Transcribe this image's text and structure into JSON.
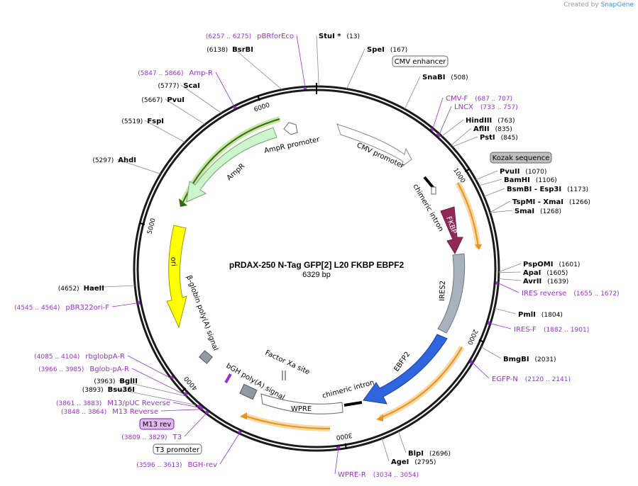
{
  "title": "pRDAX-250    N-Tag GFP[2] L20 FKBP EBPF2",
  "length": "6329 bp",
  "credit": {
    "prefix": "Created by",
    "brand": "SnapGene"
  },
  "total_bp": 6329,
  "colors": {
    "primer": "#9b30d0",
    "enzyme": "#000000",
    "orf_arrow": "#f5a623"
  },
  "ticks": [
    {
      "bp": 1000,
      "label": "1000"
    },
    {
      "bp": 2000,
      "label": "2000"
    },
    {
      "bp": 3000,
      "label": "3000"
    },
    {
      "bp": 4000,
      "label": "4000"
    },
    {
      "bp": 5000,
      "label": "5000"
    },
    {
      "bp": 6000,
      "label": "6000"
    }
  ],
  "enzymes": [
    {
      "name": "StuI *",
      "pos": "(13)",
      "bp": 13,
      "side": "top"
    },
    {
      "name": "SpeI",
      "pos": "(167)",
      "bp": 167,
      "side": "R"
    },
    {
      "name": "SnaBI",
      "pos": "(508)",
      "bp": 508,
      "side": "R"
    },
    {
      "name": "HindIII",
      "pos": "(763)",
      "bp": 763,
      "side": "R"
    },
    {
      "name": "AflII",
      "pos": "(835)",
      "bp": 835,
      "side": "R"
    },
    {
      "name": "PstI",
      "pos": "(845)",
      "bp": 845,
      "side": "R"
    },
    {
      "name": "PvuII",
      "pos": "(1070)",
      "bp": 1070,
      "side": "R"
    },
    {
      "name": "BamHI",
      "pos": "(1106)",
      "bp": 1106,
      "side": "R"
    },
    {
      "name": "BsmBI  - Esp3I",
      "pos": "(1173)",
      "bp": 1173,
      "side": "R"
    },
    {
      "name": "TspMI  - XmaI",
      "pos": "(1266)",
      "bp": 1266,
      "side": "R"
    },
    {
      "name": "SmaI",
      "pos": "(1268)",
      "bp": 1268,
      "side": "R"
    },
    {
      "name": "PspOMI",
      "pos": "(1601)",
      "bp": 1601,
      "side": "R"
    },
    {
      "name": "ApaI",
      "pos": "(1605)",
      "bp": 1605,
      "side": "R"
    },
    {
      "name": "AvrII",
      "pos": "(1639)",
      "bp": 1639,
      "side": "R"
    },
    {
      "name": "PmlI",
      "pos": "(1804)",
      "bp": 1804,
      "side": "R"
    },
    {
      "name": "BmgBI",
      "pos": "(2031)",
      "bp": 2031,
      "side": "R"
    },
    {
      "name": "BlpI",
      "pos": "(2696)",
      "bp": 2696,
      "side": "R"
    },
    {
      "name": "AgeI",
      "pos": "(2795)",
      "bp": 2795,
      "side": "R"
    },
    {
      "name": "Bsu36I",
      "pos": "(3893)",
      "bp": 3893,
      "side": "L"
    },
    {
      "name": "BglII",
      "pos": "(3963)",
      "bp": 3963,
      "side": "L"
    },
    {
      "name": "HaeII",
      "pos": "(4652)",
      "bp": 4652,
      "side": "L"
    },
    {
      "name": "AhdI",
      "pos": "(5297)",
      "bp": 5297,
      "side": "L"
    },
    {
      "name": "FspI",
      "pos": "(5519)",
      "bp": 5519,
      "side": "L"
    },
    {
      "name": "PvuI",
      "pos": "(5667)",
      "bp": 5667,
      "side": "L"
    },
    {
      "name": "ScaI",
      "pos": "(5777)",
      "bp": 5777,
      "side": "L"
    },
    {
      "name": "BsrBI",
      "pos": "(6138)",
      "bp": 6138,
      "side": "L"
    }
  ],
  "primers": [
    {
      "name": "pBRforEco",
      "pos": "(6257 .. 6275)",
      "start": 6257,
      "end": 6275
    },
    {
      "name": "Amp-R",
      "pos": "(5847 .. 5866)",
      "start": 5847,
      "end": 5866
    },
    {
      "name": "CMV-F",
      "pos": "(687 .. 707)",
      "start": 687,
      "end": 707
    },
    {
      "name": "LNCX",
      "pos": "(733 .. 757)",
      "start": 733,
      "end": 757
    },
    {
      "name": "IRES reverse",
      "pos": "(1655 .. 1672)",
      "start": 1655,
      "end": 1672
    },
    {
      "name": "IRES-F",
      "pos": "(1882 .. 1901)",
      "start": 1882,
      "end": 1901
    },
    {
      "name": "EGFP-N",
      "pos": "(2120 .. 2141)",
      "start": 2120,
      "end": 2141
    },
    {
      "name": "WPRE-R",
      "pos": "(3034 .. 3054)",
      "start": 3034,
      "end": 3054
    },
    {
      "name": "pBR322ori-F",
      "pos": "(4545 .. 4564)",
      "start": 4545,
      "end": 4564
    },
    {
      "name": "rbglobpA-R",
      "pos": "(4085 .. 4104)",
      "start": 4085,
      "end": 4104
    },
    {
      "name": "Bglob-pA-R",
      "pos": "(3966 .. 3985)",
      "start": 3966,
      "end": 3985
    },
    {
      "name": "M13/pUC Reverse",
      "pos": "(3861 .. 3883)",
      "start": 3861,
      "end": 3883
    },
    {
      "name": "M13 Reverse",
      "pos": "(3848 .. 3864)",
      "start": 3848,
      "end": 3864
    },
    {
      "name": "T3",
      "pos": "(3809 .. 3829)",
      "start": 3809,
      "end": 3829
    },
    {
      "name": "BGH-rev",
      "pos": "(3596 .. 3613)",
      "start": 3596,
      "end": 3613
    }
  ],
  "boxed_labels": [
    {
      "name": "CMV enhancer",
      "style": "white"
    },
    {
      "name": "Kozak sequence",
      "style": "gray"
    },
    {
      "name": "M13 rev",
      "style": "purple"
    },
    {
      "name": "T3 promoter",
      "style": "white"
    }
  ],
  "features": [
    {
      "name": "CMV promoter",
      "type": "promoter"
    },
    {
      "name": "chimeric intron",
      "type": "intron"
    },
    {
      "name": "FKBP",
      "type": "cds"
    },
    {
      "name": "IRES2",
      "type": "misc"
    },
    {
      "name": "EBFP2",
      "type": "cds"
    },
    {
      "name": "chimeric intron",
      "type": "intron"
    },
    {
      "name": "WPRE",
      "type": "misc"
    },
    {
      "name": "bGH poly(A) signal",
      "type": "polyA"
    },
    {
      "name": "Factor Xa site",
      "type": "site"
    },
    {
      "name": "β-globin poly(A) signal",
      "type": "polyA"
    },
    {
      "name": "ori",
      "type": "rep_origin"
    },
    {
      "name": "AmpR",
      "type": "cds"
    },
    {
      "name": "AmpR promoter",
      "type": "promoter"
    }
  ]
}
